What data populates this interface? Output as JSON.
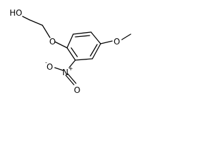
{
  "structure": {
    "atoms": {
      "hydroxyl": "HO",
      "ether_oxygen": "O",
      "methoxy_oxygen": "O",
      "nitro_nitrogen": "N",
      "nitro_oxygen_left": "O",
      "nitro_oxygen_bottom": "O",
      "charge_plus": "+",
      "charge_minus": "-"
    }
  }
}
